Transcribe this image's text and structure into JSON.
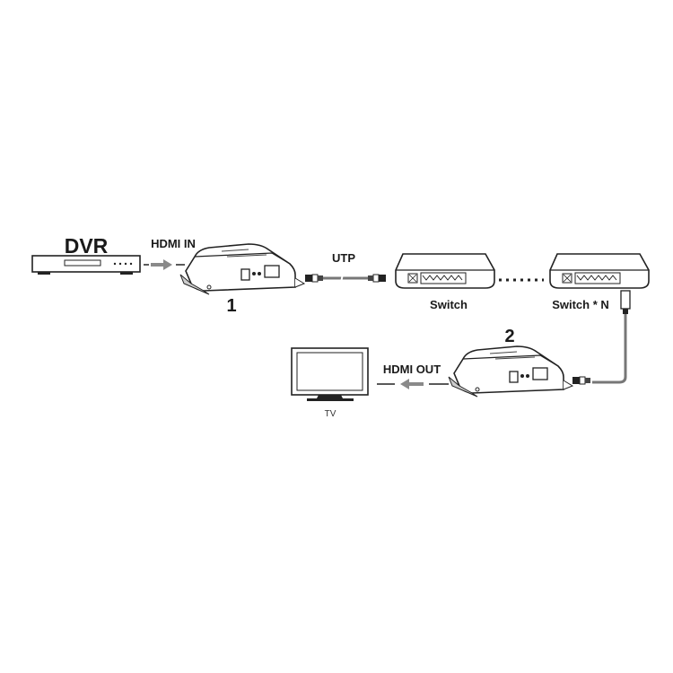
{
  "diagram": {
    "source_device": {
      "label": "DVR",
      "icon": "dvr-icon"
    },
    "input_label": "HDMI IN",
    "transmitter": {
      "label": "1",
      "icon": "hdmi-extender-icon"
    },
    "cable_label": "UTP",
    "switch_1": {
      "label": "Switch",
      "icon": "network-switch-icon"
    },
    "switch_n": {
      "label": "Switch * N",
      "icon": "network-switch-icon"
    },
    "receiver": {
      "label": "2",
      "icon": "hdmi-extender-icon"
    },
    "output_label": "HDMI OUT",
    "display": {
      "label": "TV",
      "icon": "tv-icon"
    },
    "colors": {
      "line": "#222222",
      "arrow": "#8a8a8a",
      "cable": "#777777"
    }
  }
}
